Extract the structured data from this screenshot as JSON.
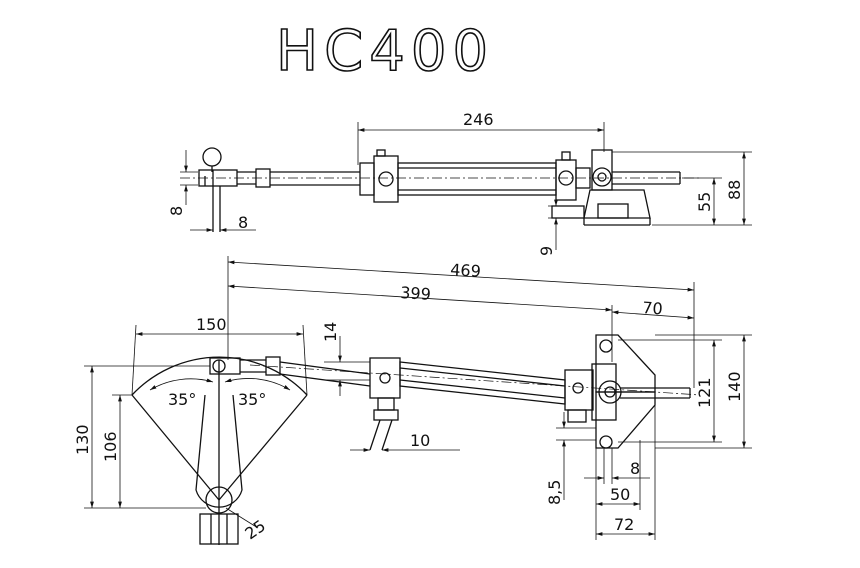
{
  "title": "HC400",
  "dimensions": {
    "top_view": {
      "cylinder_length": "246",
      "total_height": "88",
      "mount_height": "55",
      "base_offset": "9",
      "rod_end_width": "8",
      "rod_end_offset": "8"
    },
    "bottom_view": {
      "max_length": "469",
      "min_length": "399",
      "stroke_extension": "70",
      "swing_span": "150",
      "swing_height": "130",
      "pivot_height": "106",
      "rod_clearance": "14",
      "port_offset": "10",
      "angle_left": "35°",
      "angle_right": "35°",
      "tiller_radius": "25",
      "bracket_height": "121",
      "bracket_total_height": "140",
      "bracket_thickness": "8,5",
      "bracket_offset": "8",
      "bracket_width": "50",
      "bracket_total_width": "72"
    }
  }
}
